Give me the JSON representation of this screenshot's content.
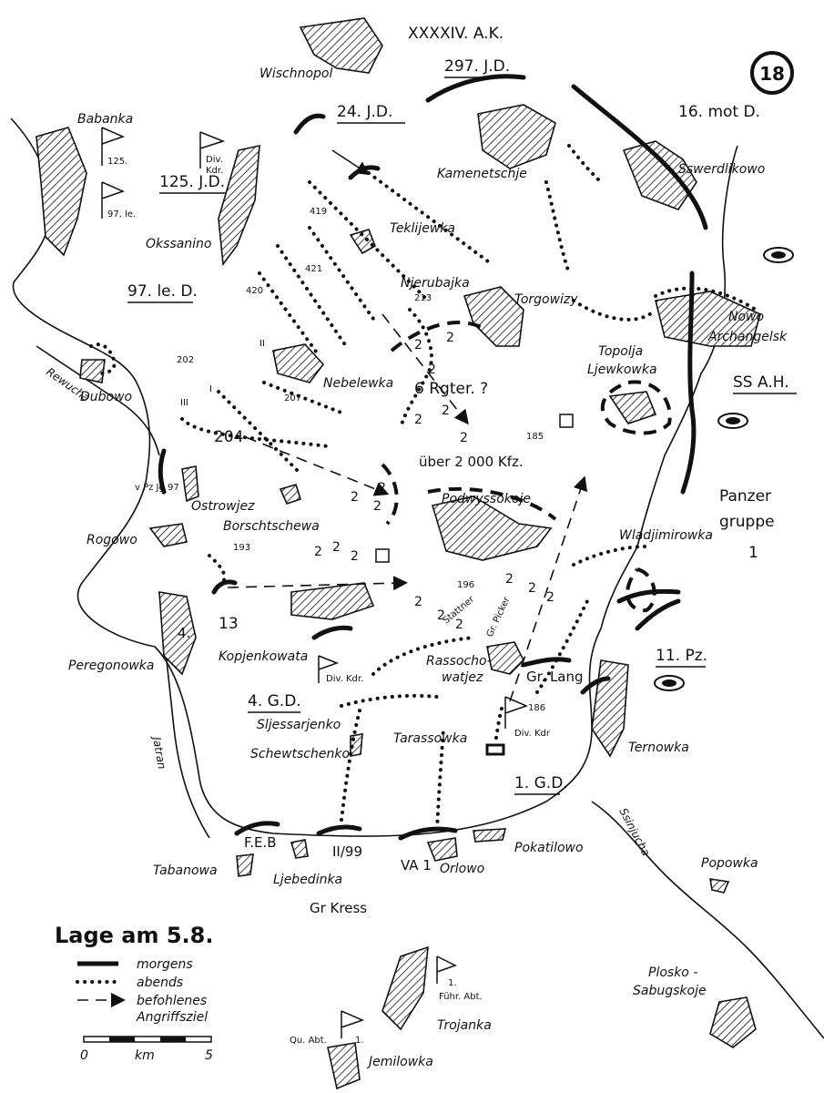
{
  "map_number": "18",
  "title": "Lage am 5.8.",
  "legend": {
    "morning": "morgens",
    "evening": "abends",
    "objective_line1": "befohlenes",
    "objective_line2": "Angriffsziel"
  },
  "scale": {
    "start": "0",
    "unit": "km",
    "end": "5"
  },
  "units": {
    "corps": "XXXXIV. A.K.",
    "d297": "297. J.D.",
    "d24": "24. J.D.",
    "d16mot": "16. mot D.",
    "d125": "125. J.D.",
    "d97le": "97. le. D.",
    "ss": "SS A.H.",
    "panzer1": "Panzer",
    "panzer2": "gruppe",
    "panzer3": "1",
    "pz11": "11. Pz.",
    "gd4": "4. G.D.",
    "gd1": "1. G.D.",
    "rgter": "6 Rgter. ?",
    "kfz": "über 2 000 Kfz.",
    "feb": "F.E.B",
    "i99": "II/99",
    "va": "VA 1",
    "gr_kress": "Gr Kress",
    "gr_lang": "Gr. Lang",
    "gr_picker": "Gr. Picker",
    "stattner": "Stattner",
    "vpzjg97": "v Pz Jg 97",
    "div_kdr": "Div. Kdr.",
    "div_kdr2": "Div. Kdr",
    "div_kdr_top1": "Div.",
    "div_kdr_top2": "Kdr.",
    "fuehr_abt1": "1.",
    "fuehr_abt2": "Führ. Abt.",
    "qu_abt": "Qu. Abt.",
    "qu_abt_num": "1.",
    "flag_125": "125.",
    "flag_97": "97. le.",
    "four": "4.",
    "thirteen": "13"
  },
  "regiments": {
    "r419": "419",
    "r421": "421",
    "r420": "420",
    "r207": "207",
    "r204": "204",
    "r213": "213",
    "roman1": "I",
    "roman2": "II",
    "roman3": "III"
  },
  "heights": {
    "h202": "202",
    "h185": "185",
    "h193": "193",
    "h196": "196",
    "h186": "186"
  },
  "rivers": {
    "rewucha": "Rewucha",
    "jatran": "Jatran",
    "ssinjucha": "Ssinjucha"
  },
  "places": {
    "wischnopol": "Wischnopol",
    "babanka": "Babanka",
    "kamenetschje": "Kamenetschje",
    "sswerdlikowo": "Sswerdlikowo",
    "teklijewka": "Teklijewka",
    "okssanino": "Okssanino",
    "njerubajka": "Njerubajka",
    "torgowizy": "Torgowizy",
    "nowo": "Nowo",
    "archangelsk": "Archangelsk",
    "topolja": "Topolja",
    "ljewkowka": "Ljewkowka",
    "nebelewka": "Nebelewka",
    "dubowo": "Dubowo",
    "ostrowjez": "Ostrowjez",
    "borschtschewa": "Borschtschewa",
    "podwyssokoje": "Podwyssokoje",
    "wladjimirowka": "Wladjimirowka",
    "rogowo": "Rogowo",
    "peregonowka": "Peregonowka",
    "kopjenkowata": "Kopjenkowata",
    "rassocho": "Rassocho-",
    "watjez": "watjez",
    "ternowka": "Ternowka",
    "sljessarjenko": "Sljessarjenko",
    "schewtschenko": "Schewtschenko",
    "tarassowka": "Tarassowka",
    "tabanowa": "Tabanowa",
    "ljebedinka": "Ljebedinka",
    "orlowo": "Orlowo",
    "pokatilowo": "Pokatilowo",
    "popowka": "Popowka",
    "plosko": "Plosko -",
    "sabugskoje": "Sabugskoje",
    "trojanka": "Trojanka",
    "jemilowka": "Jemilowka"
  },
  "colors": {
    "ink": "#111111",
    "paper": "#ffffff"
  }
}
